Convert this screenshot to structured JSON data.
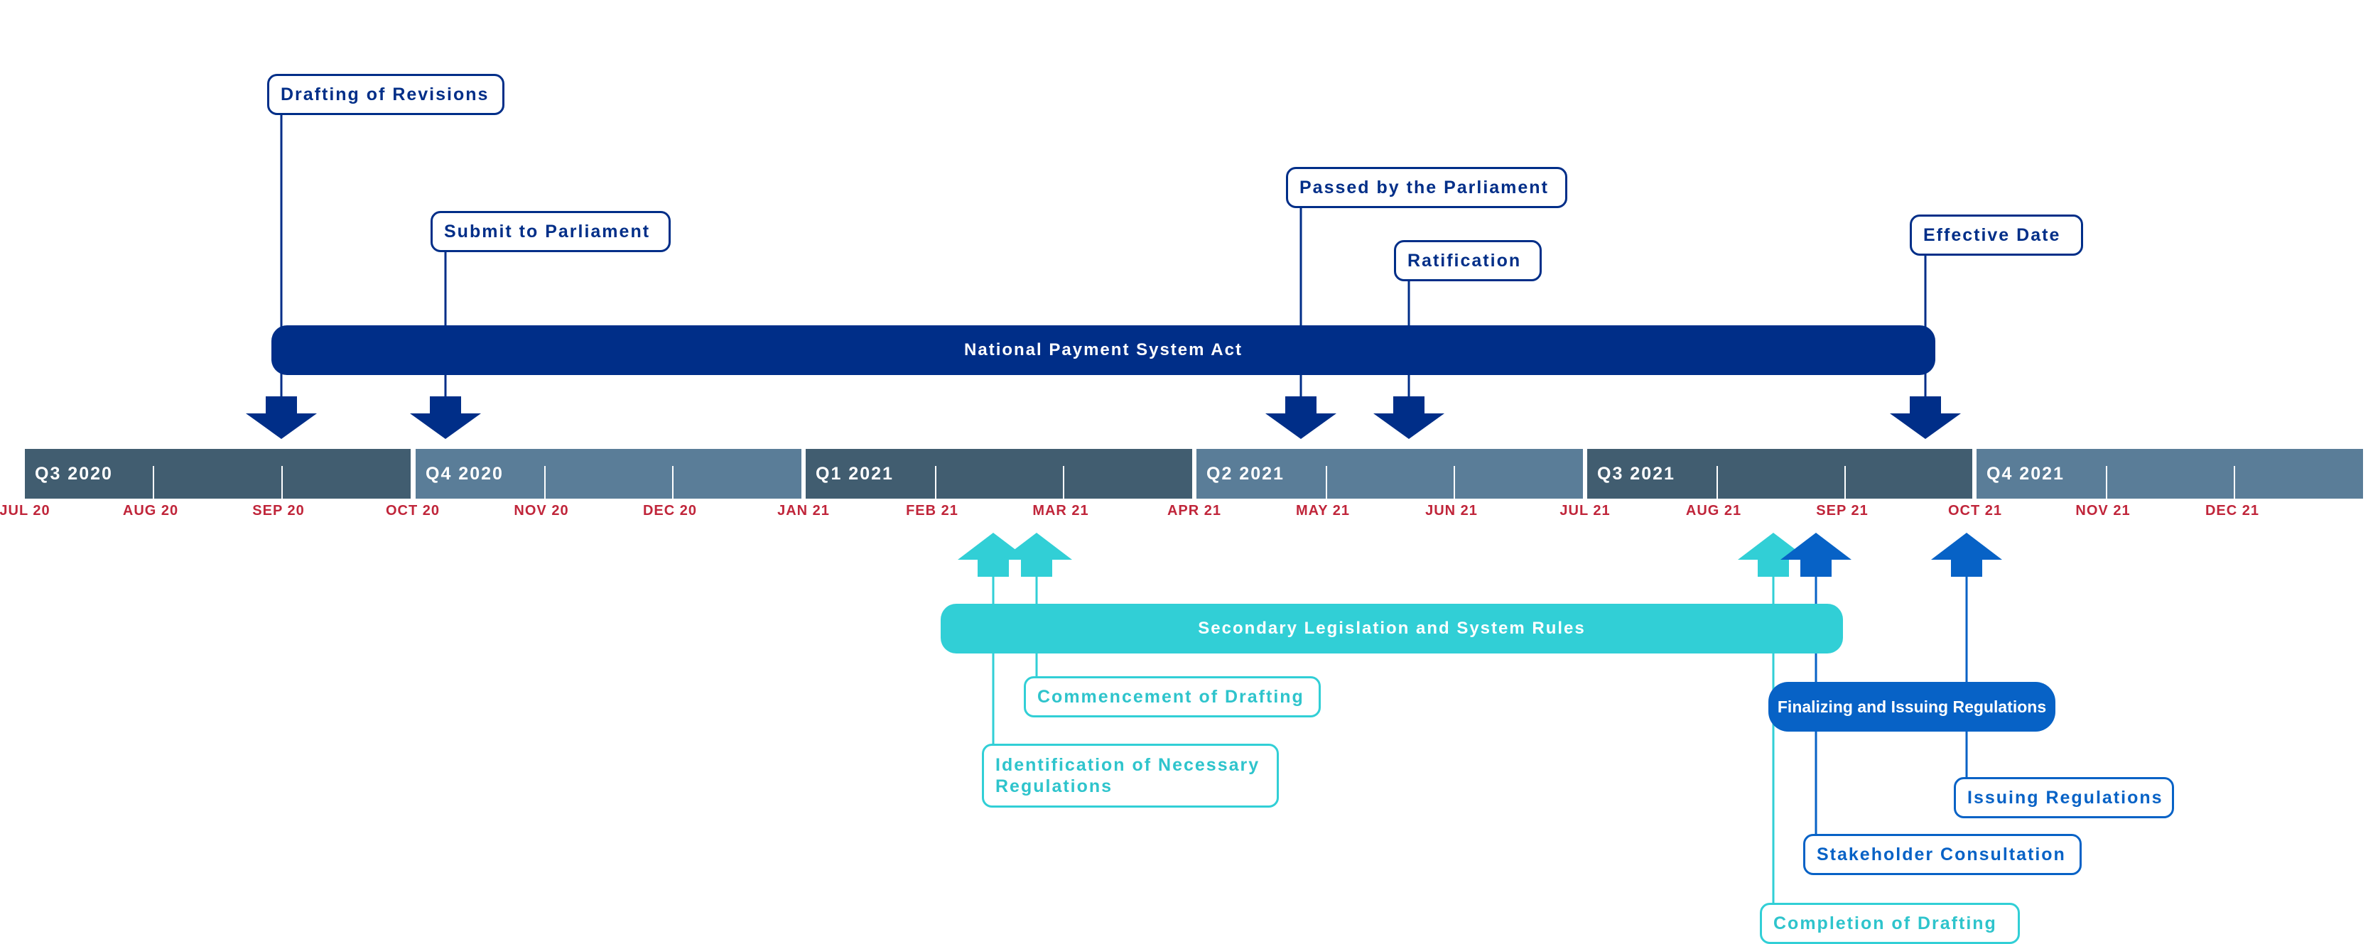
{
  "quarters": [
    {
      "label": "Q3  2020"
    },
    {
      "label": "Q4  2020"
    },
    {
      "label": "Q1  2021"
    },
    {
      "label": "Q2  2021"
    },
    {
      "label": "Q3  2021"
    },
    {
      "label": "Q4  2021"
    }
  ],
  "months": [
    "JUL 20",
    "AUG 20",
    "SEP 20",
    "OCT 20",
    "NOV 20",
    "DEC 20",
    "JAN 21",
    "FEB 21",
    "MAR 21",
    "APR 21",
    "MAY 21",
    "JUN 21",
    "JUL 21",
    "AUG 21",
    "SEP 21",
    "OCT 21",
    "NOV 21",
    "DEC 21"
  ],
  "bars": {
    "main": "National Payment System Act",
    "secondary": "Secondary Legislation and System Rules",
    "finalizing": "Finalizing and Issuing Regulations"
  },
  "milestones": {
    "drafting_revisions": "Drafting of Revisions",
    "submit_parliament": "Submit to Parliament",
    "passed_parliament": "Passed by the Parliament",
    "ratification": "Ratification",
    "effective_date": "Effective Date",
    "commencement_drafting": "Commencement of Drafting",
    "identification_regulations": "Identification of Necessary Regulations",
    "completion_drafting": "Completion of Drafting",
    "stakeholder_consultation": "Stakeholder Consultation",
    "issuing_regulations": "Issuing Regulations"
  },
  "colors": {
    "navy": "#002e88",
    "teal": "#31cfd6",
    "blue": "#0762c6",
    "quarter_dark": "#415d70",
    "quarter_light": "#5a7d98",
    "month_label": "#c0253a"
  }
}
